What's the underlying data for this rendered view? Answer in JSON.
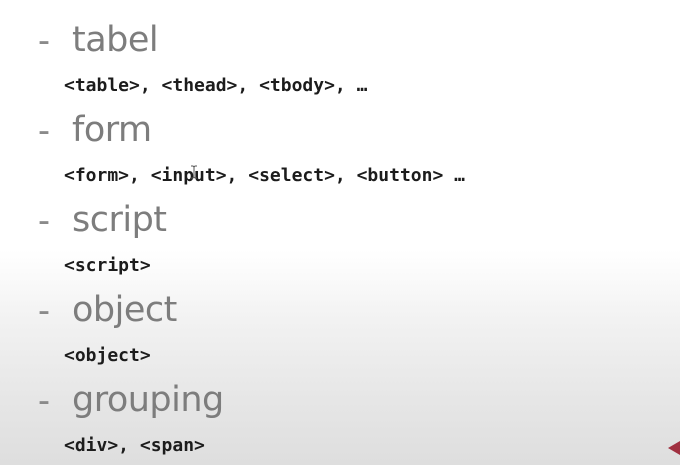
{
  "bullet_symbol": "-",
  "items": [
    {
      "heading": "tabel",
      "code": "<table>, <thead>, <tbody>, …"
    },
    {
      "heading": "form",
      "code": "<form>, <input>, <select>, <button> …"
    },
    {
      "heading": "script",
      "code": "<script>"
    },
    {
      "heading": "object",
      "code": "<object>"
    },
    {
      "heading": "grouping",
      "code": "<div>, <span>"
    }
  ],
  "colors": {
    "heading": "#7d7d7d",
    "code": "#1c1c1c",
    "dash": "#8a8a8a",
    "corner_mark": "#a03040"
  },
  "icons": {
    "cursor": "text-cursor-icon",
    "corner": "corner-marker-icon"
  }
}
